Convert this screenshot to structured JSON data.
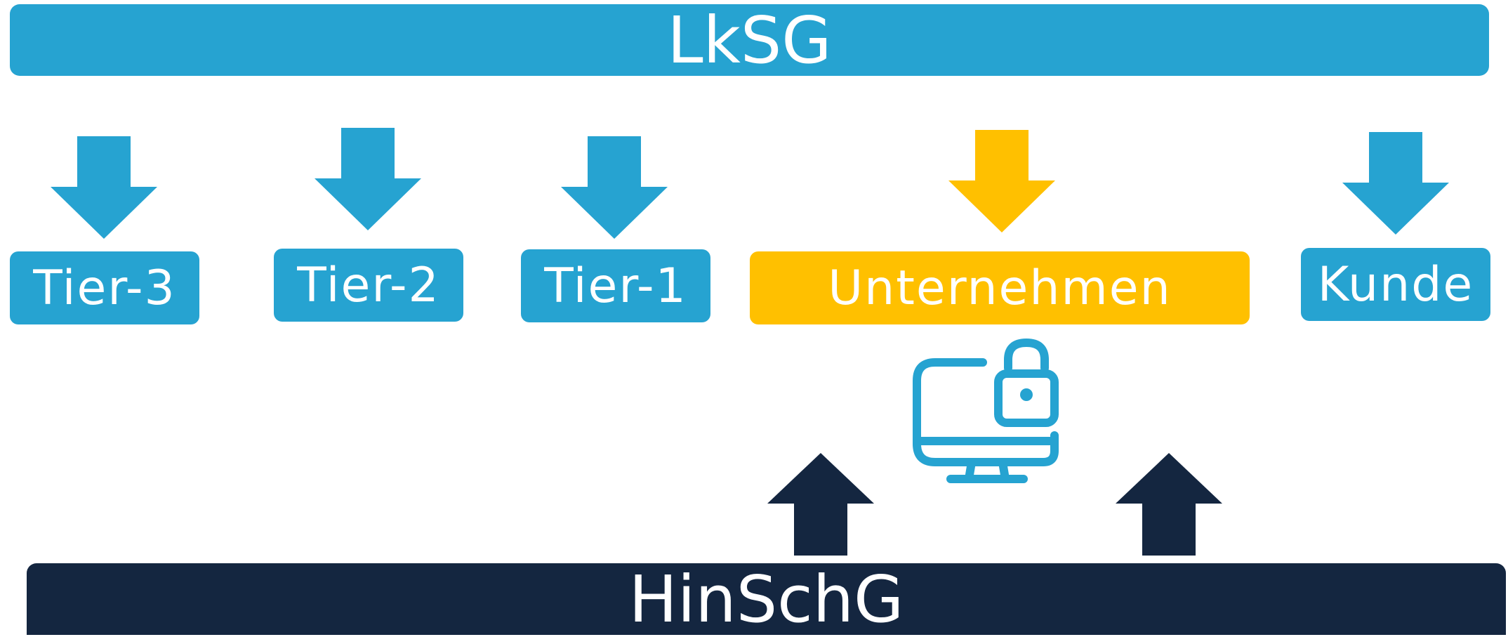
{
  "colors": {
    "blue": "#26a3d1",
    "yellow": "#ffc000",
    "navy": "#142640",
    "text": "#ffffff"
  },
  "top_bar": {
    "label": "LkSG"
  },
  "bottom_bar": {
    "label": "HinSchG"
  },
  "boxes": [
    {
      "label": "Tier-3",
      "color": "blue"
    },
    {
      "label": "Tier-2",
      "color": "blue"
    },
    {
      "label": "Tier-1",
      "color": "blue"
    },
    {
      "label": "Unternehmen",
      "color": "yellow"
    },
    {
      "label": "Kunde",
      "color": "blue"
    }
  ],
  "icons": {
    "down_arrows": [
      "arrow-down-icon",
      "arrow-down-icon",
      "arrow-down-icon",
      "arrow-down-icon",
      "arrow-down-icon"
    ],
    "up_arrows": [
      "arrow-up-icon",
      "arrow-up-icon"
    ],
    "device": "locked-computer-icon"
  }
}
